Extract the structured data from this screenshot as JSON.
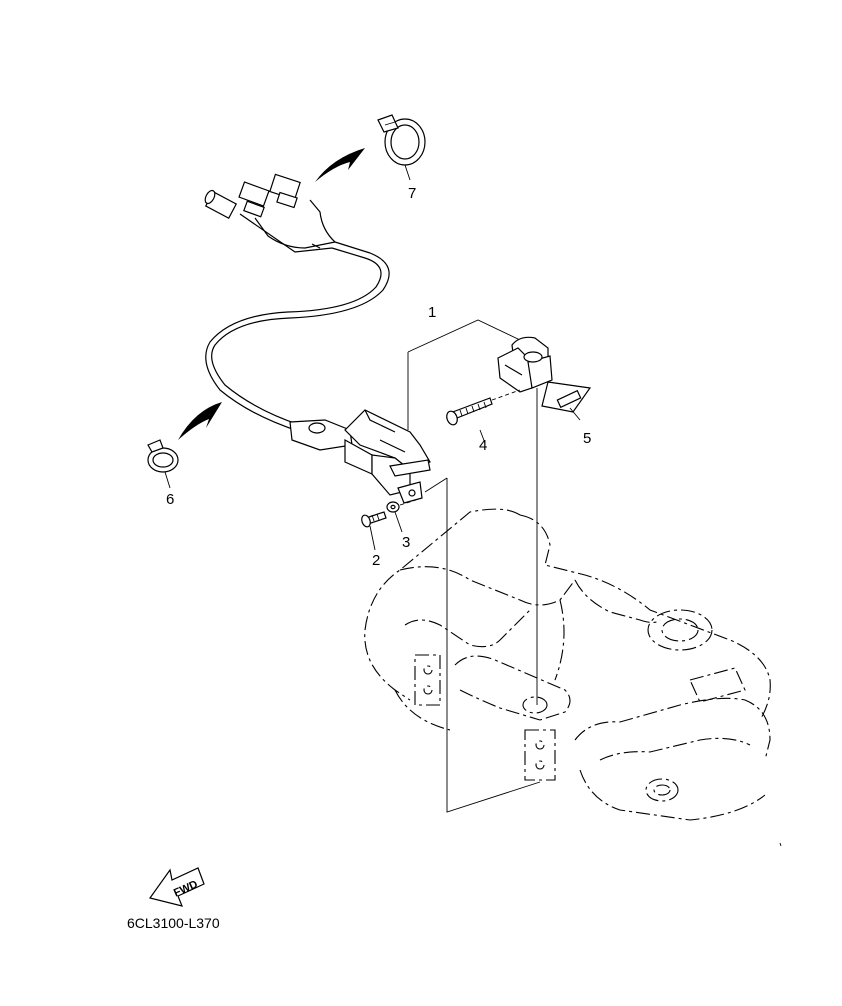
{
  "callouts": [
    {
      "id": "1",
      "label": "1"
    },
    {
      "id": "2",
      "label": "2"
    },
    {
      "id": "3",
      "label": "3"
    },
    {
      "id": "4",
      "label": "4"
    },
    {
      "id": "5",
      "label": "5"
    },
    {
      "id": "6",
      "label": "6"
    },
    {
      "id": "7",
      "label": "7"
    }
  ],
  "fwd_label": "FWD",
  "diagram_code": "6CL3100-L370"
}
